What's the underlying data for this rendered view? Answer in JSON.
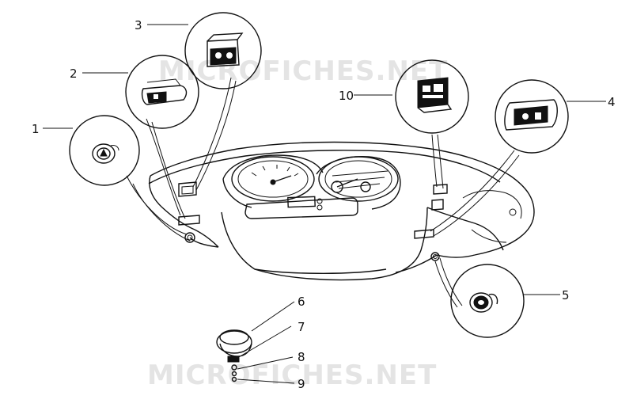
{
  "watermarks": [
    "MICROFICHES.NET",
    "MICROFICHES.NET"
  ],
  "callouts": [
    {
      "id": "1",
      "label": "1"
    },
    {
      "id": "2",
      "label": "2"
    },
    {
      "id": "3",
      "label": "3"
    },
    {
      "id": "4",
      "label": "4"
    },
    {
      "id": "5",
      "label": "5"
    },
    {
      "id": "6",
      "label": "6"
    },
    {
      "id": "7",
      "label": "7"
    },
    {
      "id": "8",
      "label": "8"
    },
    {
      "id": "9",
      "label": "9"
    },
    {
      "id": "10",
      "label": "10"
    }
  ]
}
